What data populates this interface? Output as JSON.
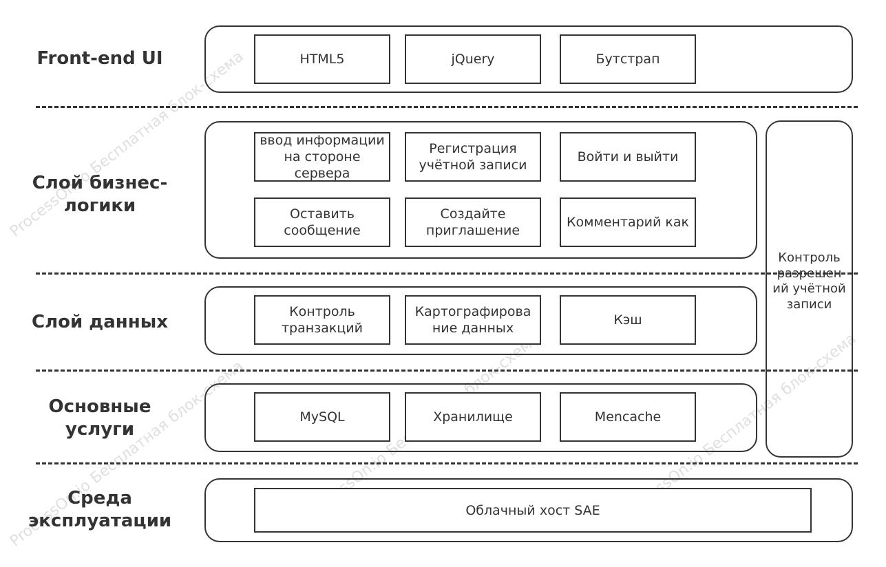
{
  "watermark": "ProcessOn.io Бесплатная блок-схема",
  "layers": [
    {
      "label": "Front-end UI",
      "items": [
        "HTML5",
        "jQuery",
        "Бутстрап"
      ]
    },
    {
      "label": "Слой бизнес-логики",
      "items": [
        "ввод информации на стороне сервера",
        "Регистрация учётной записи",
        "Войти и выйти",
        "Оставить сообщение",
        "Создайте приглашение",
        "Комментарий как"
      ]
    },
    {
      "label": "Слой данных",
      "items": [
        "Контроль транзакций",
        "Картографирова ние данных",
        "Кэш"
      ]
    },
    {
      "label": "Основные услуги",
      "items": [
        "MySQL",
        "Хранилище",
        "Mencache"
      ]
    },
    {
      "label": "Среда эксплуатации",
      "items": [
        "Облачный хост SAE"
      ]
    }
  ],
  "side_panel": {
    "label": "Контроль разрешен ий учётной записи"
  }
}
